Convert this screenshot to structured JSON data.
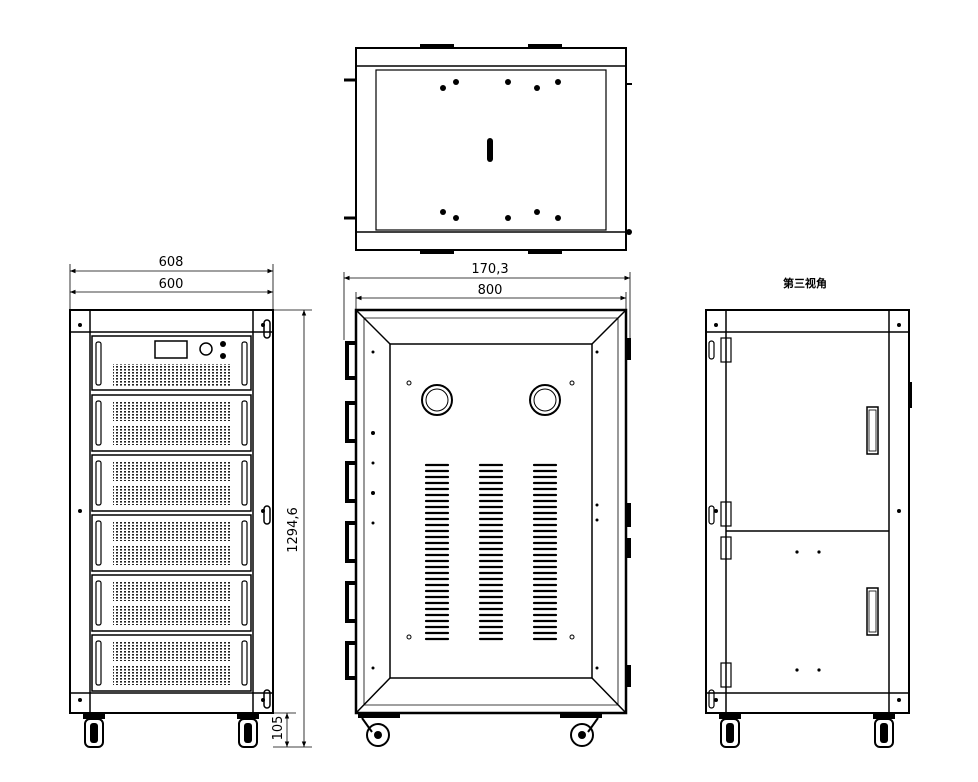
{
  "drawing": {
    "dimensions": {
      "left_outer_width": "608",
      "left_inner_width": "600",
      "left_height": "1294,6",
      "left_caster_height": "105",
      "middle_outer_width": "170,3",
      "middle_inner_width": "800"
    },
    "right_view_caption": "第三视角"
  }
}
